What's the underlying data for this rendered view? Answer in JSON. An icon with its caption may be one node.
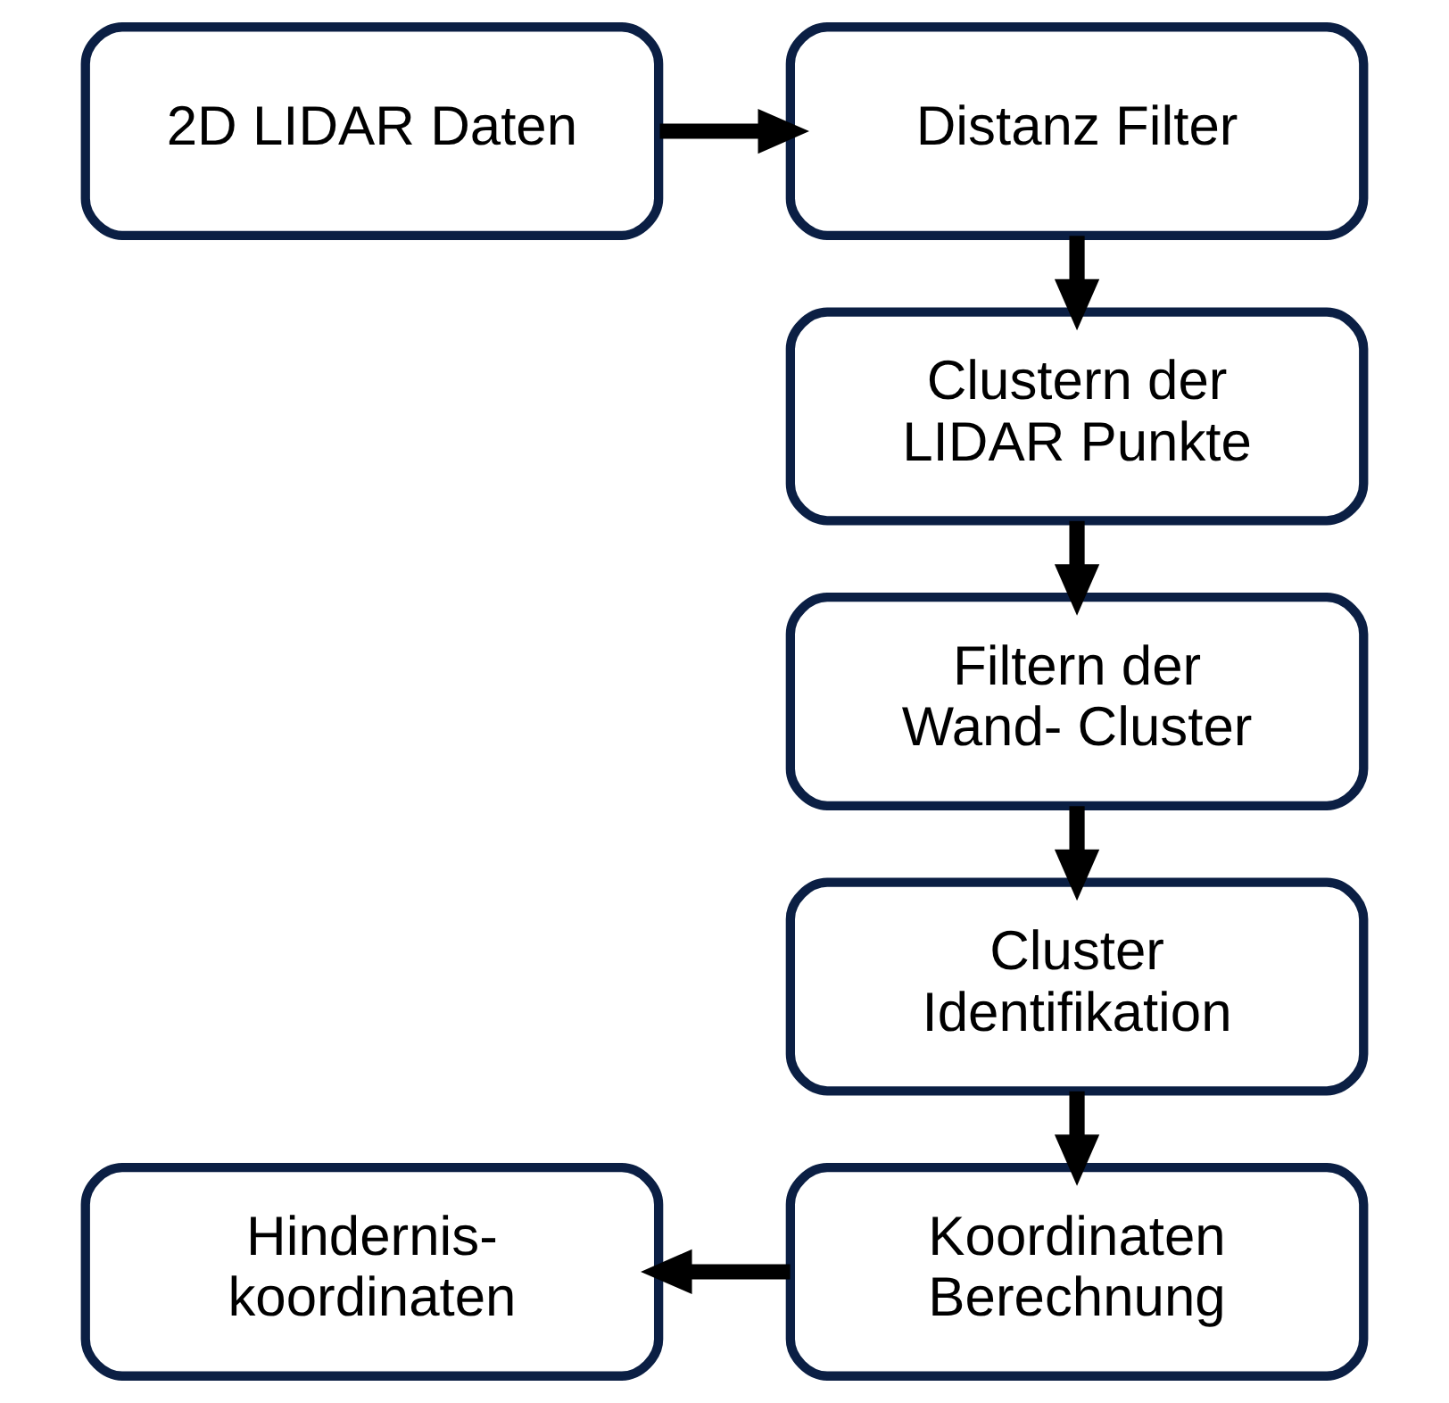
{
  "diagram": {
    "nodes": [
      {
        "text": [
          "2D LIDAR Daten"
        ]
      },
      {
        "text": [
          "Distanz Filter"
        ]
      },
      {
        "text": [
          "Clustern der LIDAR Punkte"
        ]
      },
      {
        "text": [
          "Filtern der Wand- Cluster"
        ]
      },
      {
        "text": [
          "Cluster Identifikation"
        ]
      },
      {
        "text": [
          "Koordinaten Berechnung"
        ]
      },
      {
        "text": [
          "Hindernis- koordinaten"
        ]
      }
    ],
    "edges": [
      {
        "from": 0,
        "to": 1,
        "arrow": "to"
      },
      {
        "from": 1,
        "to": 2,
        "arrow": "to"
      },
      {
        "from": 2,
        "to": 3,
        "arrow": "to"
      },
      {
        "from": 3,
        "to": 4,
        "arrow": "to"
      },
      {
        "from": 4,
        "to": 5,
        "arrow": "to"
      },
      {
        "from": 5,
        "to": 6,
        "arrow": "to"
      }
    ]
  }
}
